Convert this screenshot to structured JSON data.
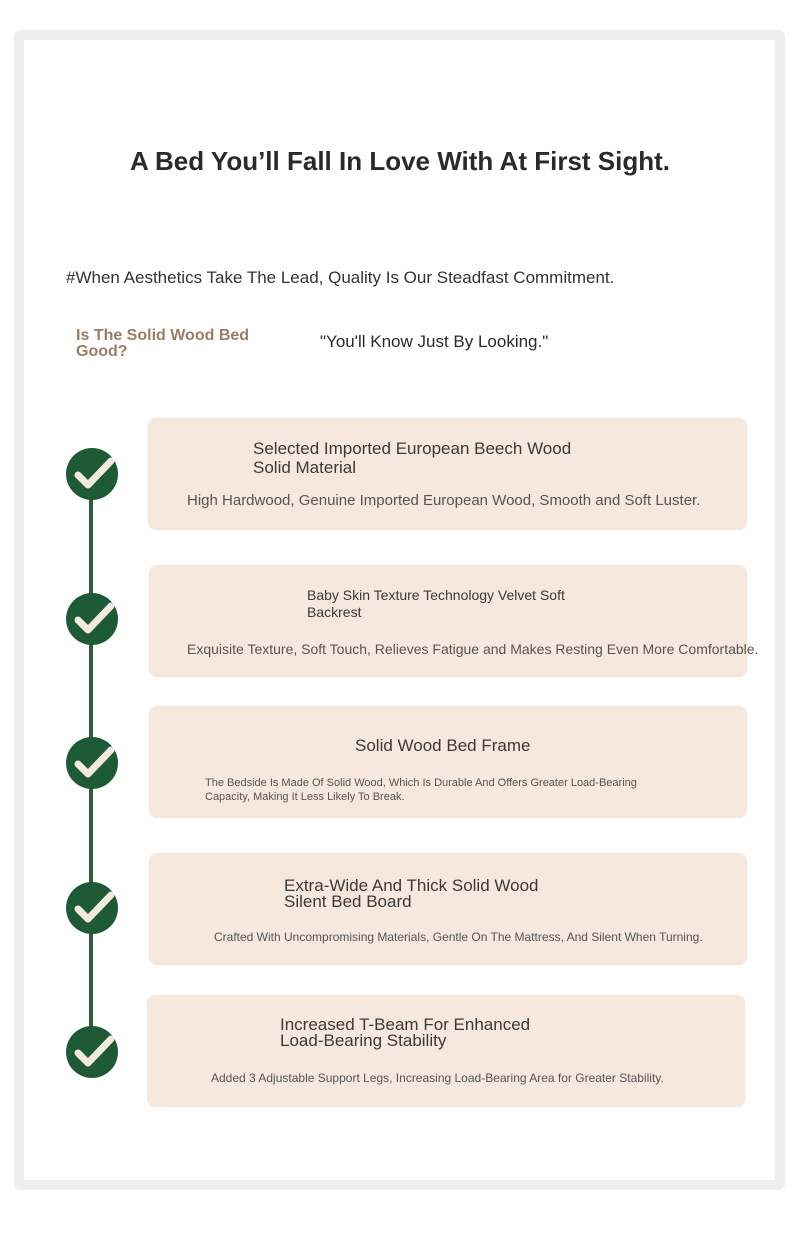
{
  "header": {
    "title": "A Bed You’ll Fall In Love With At First Sight.",
    "subtitle": "#When Aesthetics Take The Lead, Quality Is Our Steadfast Commitment."
  },
  "intro": {
    "question": "Is The Solid Wood Bed Good?",
    "answer": "\"You'll Know Just By Looking.\""
  },
  "colors": {
    "accent_green": "#1e5a36",
    "card_background": "#f6e8dc",
    "question_text": "#9a7e66"
  },
  "features": [
    {
      "title_line1": "Selected Imported European Beech Wood",
      "title_line2": "Solid Material",
      "description": "High Hardwood, Genuine Imported European Wood, Smooth and Soft Luster."
    },
    {
      "title_line1": "Baby Skin Texture Technology Velvet Soft",
      "title_line2": "Backrest",
      "description": "Exquisite Texture, Soft Touch, Relieves Fatigue and Makes Resting Even More Comfortable."
    },
    {
      "title_line1": "Solid Wood Bed Frame",
      "title_line2": "",
      "description_line1": "The Bedside Is Made Of Solid Wood, Which Is Durable And Offers Greater Load-Bearing",
      "description_line2": "Capacity, Making It Less Likely To Break."
    },
    {
      "title_line1": "Extra-Wide And Thick Solid Wood",
      "title_line2": "Silent Bed Board",
      "description": "Crafted With Uncompromising Materials, Gentle On The Mattress, And Silent When Turning."
    },
    {
      "title_line1": "Increased T-Beam For Enhanced",
      "title_line2": "Load-Bearing Stability",
      "description": "Added 3 Adjustable Support Legs, Increasing Load-Bearing Area for Greater Stability."
    }
  ],
  "icons": {
    "check": "check-circle-icon"
  }
}
